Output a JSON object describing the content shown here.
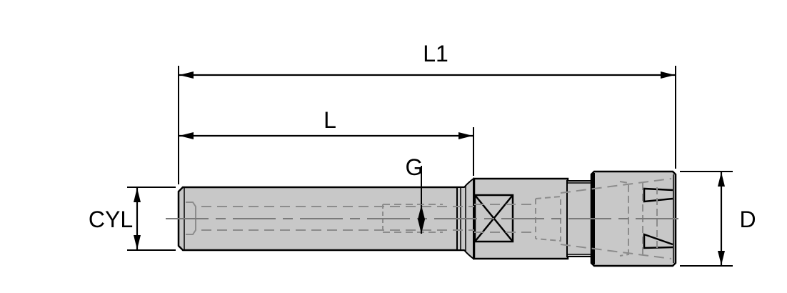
{
  "diagram": {
    "type": "technical-drawing",
    "subject": "collet chuck extension (cylindrical shank with ER-style nut)",
    "colors": {
      "background": "#ffffff",
      "body_fill": "#c8c8c8",
      "outline": "#000000",
      "hidden_line": "#8c8c8c",
      "center_line": "#7a7a7a"
    },
    "dimensions": {
      "L1": {
        "label": "L1",
        "meaning": "overall length"
      },
      "L": {
        "label": "L",
        "meaning": "shank length to body"
      },
      "G": {
        "label": "G",
        "meaning": "internal thread/bore diameter"
      },
      "CYL": {
        "label": "CYL",
        "meaning": "cylindrical shank diameter"
      },
      "D": {
        "label": "D",
        "meaning": "nut outer diameter"
      }
    }
  }
}
